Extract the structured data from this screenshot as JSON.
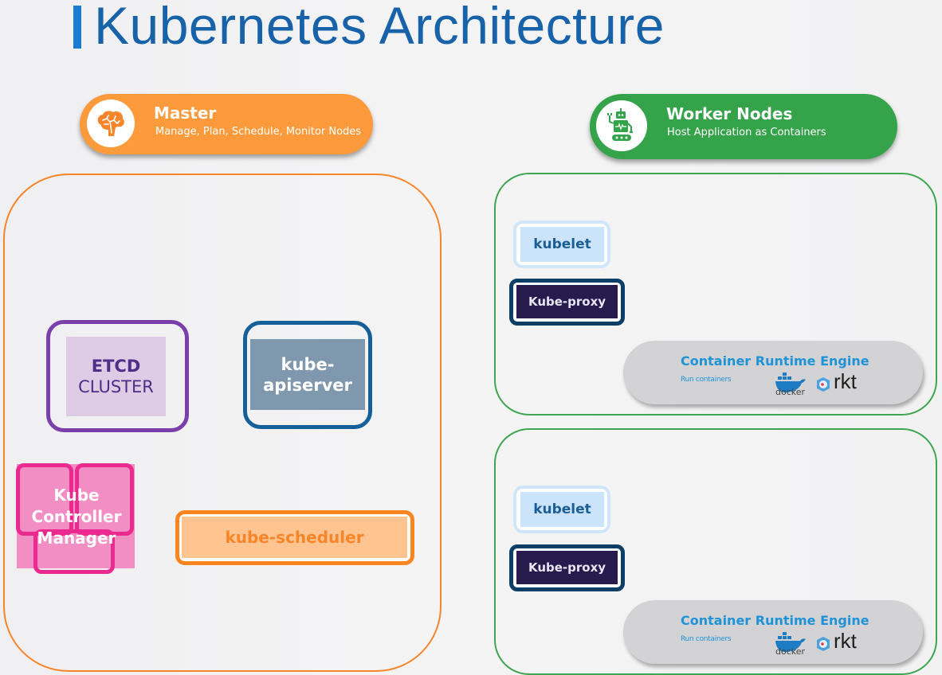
{
  "title": "Kubernetes Architecture",
  "master": {
    "title": "Master",
    "subtitle": "Manage, Plan, Schedule, Monitor Nodes",
    "icon": "brain-icon",
    "color": "#fd9a3b",
    "components": {
      "etcd": {
        "line1": "ETCD",
        "line2": "CLUSTER",
        "color": "#7a3fab"
      },
      "apiserver": {
        "line1": "kube-",
        "line2": "apiserver",
        "color": "#16609a"
      },
      "controller_manager": {
        "label_lines": [
          "Kube",
          "Controller",
          "Manager"
        ],
        "color": "#ea2a8e"
      },
      "scheduler": {
        "label": "kube-scheduler",
        "color": "#fb8620"
      }
    }
  },
  "worker": {
    "title": "Worker Nodes",
    "subtitle": "Host Application as Containers",
    "icon": "robot-icon",
    "color": "#35a34a",
    "nodes": [
      {
        "kubelet": "kubelet",
        "kube_proxy": "Kube-proxy",
        "runtime": {
          "title": "Container Runtime Engine",
          "subtitle": "Run containers",
          "logos": [
            "docker",
            "rkt"
          ]
        }
      },
      {
        "kubelet": "kubelet",
        "kube_proxy": "Kube-proxy",
        "runtime": {
          "title": "Container Runtime Engine",
          "subtitle": "Run containers",
          "logos": [
            "docker",
            "rkt"
          ]
        }
      }
    ]
  }
}
